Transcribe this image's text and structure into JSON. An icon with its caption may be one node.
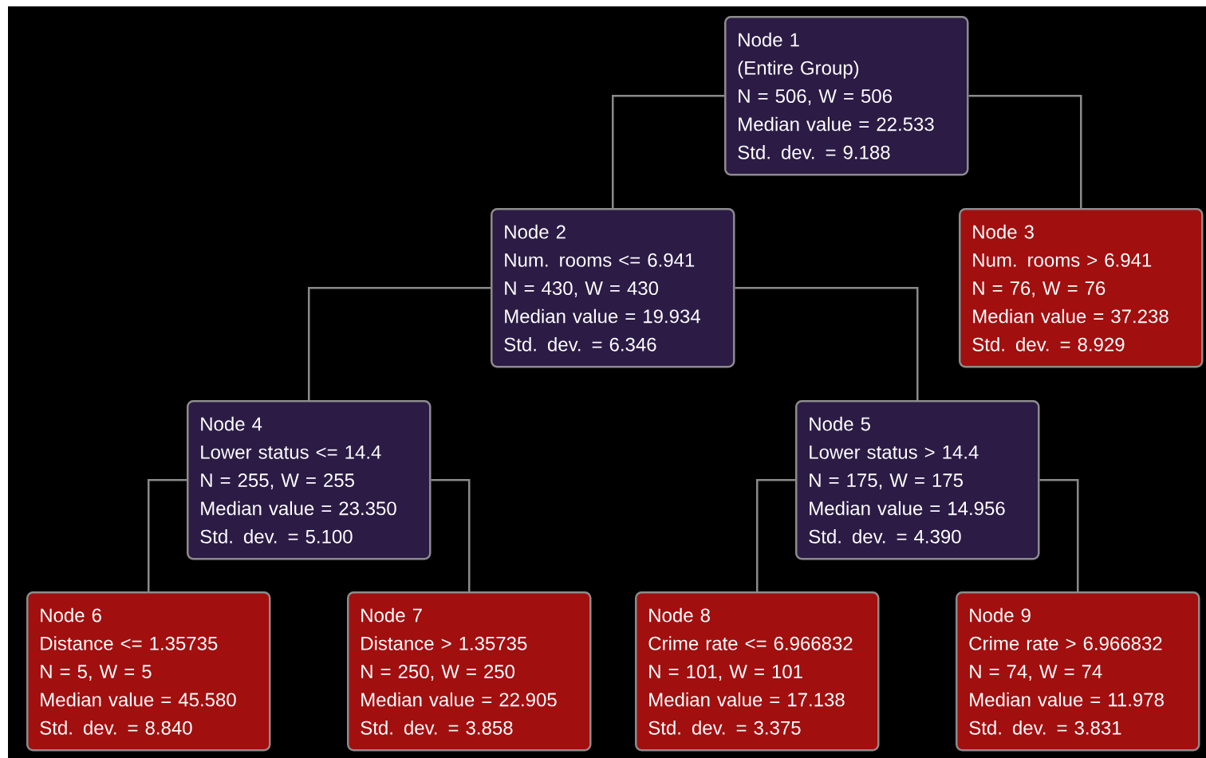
{
  "diagram": {
    "nodes": [
      {
        "text": [
          "Node 1",
          "(Entire Group)",
          "N = 506,  W = 506",
          "Median value = 22.533",
          "Std. dev. = 9.188"
        ]
      },
      {
        "text": [
          "Node 2",
          "Num. rooms <= 6.941",
          "N = 430,  W = 430",
          "Median value = 19.934",
          "Std. dev. = 6.346"
        ]
      },
      {
        "text": [
          "Node 3",
          "Num. rooms > 6.941",
          "N = 76,  W = 76",
          "Median value = 37.238",
          "Std. dev. = 8.929"
        ]
      },
      {
        "text": [
          "Node 4",
          "Lower status <= 14.4",
          "N = 255,  W = 255",
          "Median value = 23.350",
          "Std. dev. = 5.100"
        ]
      },
      {
        "text": [
          "Node 5",
          "Lower status > 14.4",
          "N = 175,  W = 175",
          "Median value = 14.956",
          "Std. dev. = 4.390"
        ]
      },
      {
        "text": [
          "Node 6",
          "Distance <= 1.35735",
          "N = 5,  W = 5",
          "Median value = 45.580",
          "Std. dev. = 8.840"
        ]
      },
      {
        "text": [
          "Node 7",
          "Distance > 1.35735",
          "N = 250,  W = 250",
          "Median value = 22.905",
          "Std. dev. = 3.858"
        ]
      },
      {
        "text": [
          "Node 8",
          "Crime rate <= 6.966832",
          "N = 101,  W = 101",
          "Median value = 17.138",
          "Std. dev. = 3.375"
        ]
      },
      {
        "text": [
          "Node 9",
          "Crime rate > 6.966832",
          "N = 74,  W = 74",
          "Median value = 11.978",
          "Std. dev. = 3.831"
        ]
      }
    ],
    "edges": [
      {
        "from": 0,
        "to": 1,
        "arrow": "none"
      },
      {
        "from": 0,
        "to": 2,
        "arrow": "none"
      },
      {
        "from": 1,
        "to": 3,
        "arrow": "none"
      },
      {
        "from": 1,
        "to": 4,
        "arrow": "none"
      },
      {
        "from": 3,
        "to": 5,
        "arrow": "none"
      },
      {
        "from": 3,
        "to": 6,
        "arrow": "none"
      },
      {
        "from": 4,
        "to": 7,
        "arrow": "none"
      },
      {
        "from": 4,
        "to": 8,
        "arrow": "none"
      }
    ]
  }
}
